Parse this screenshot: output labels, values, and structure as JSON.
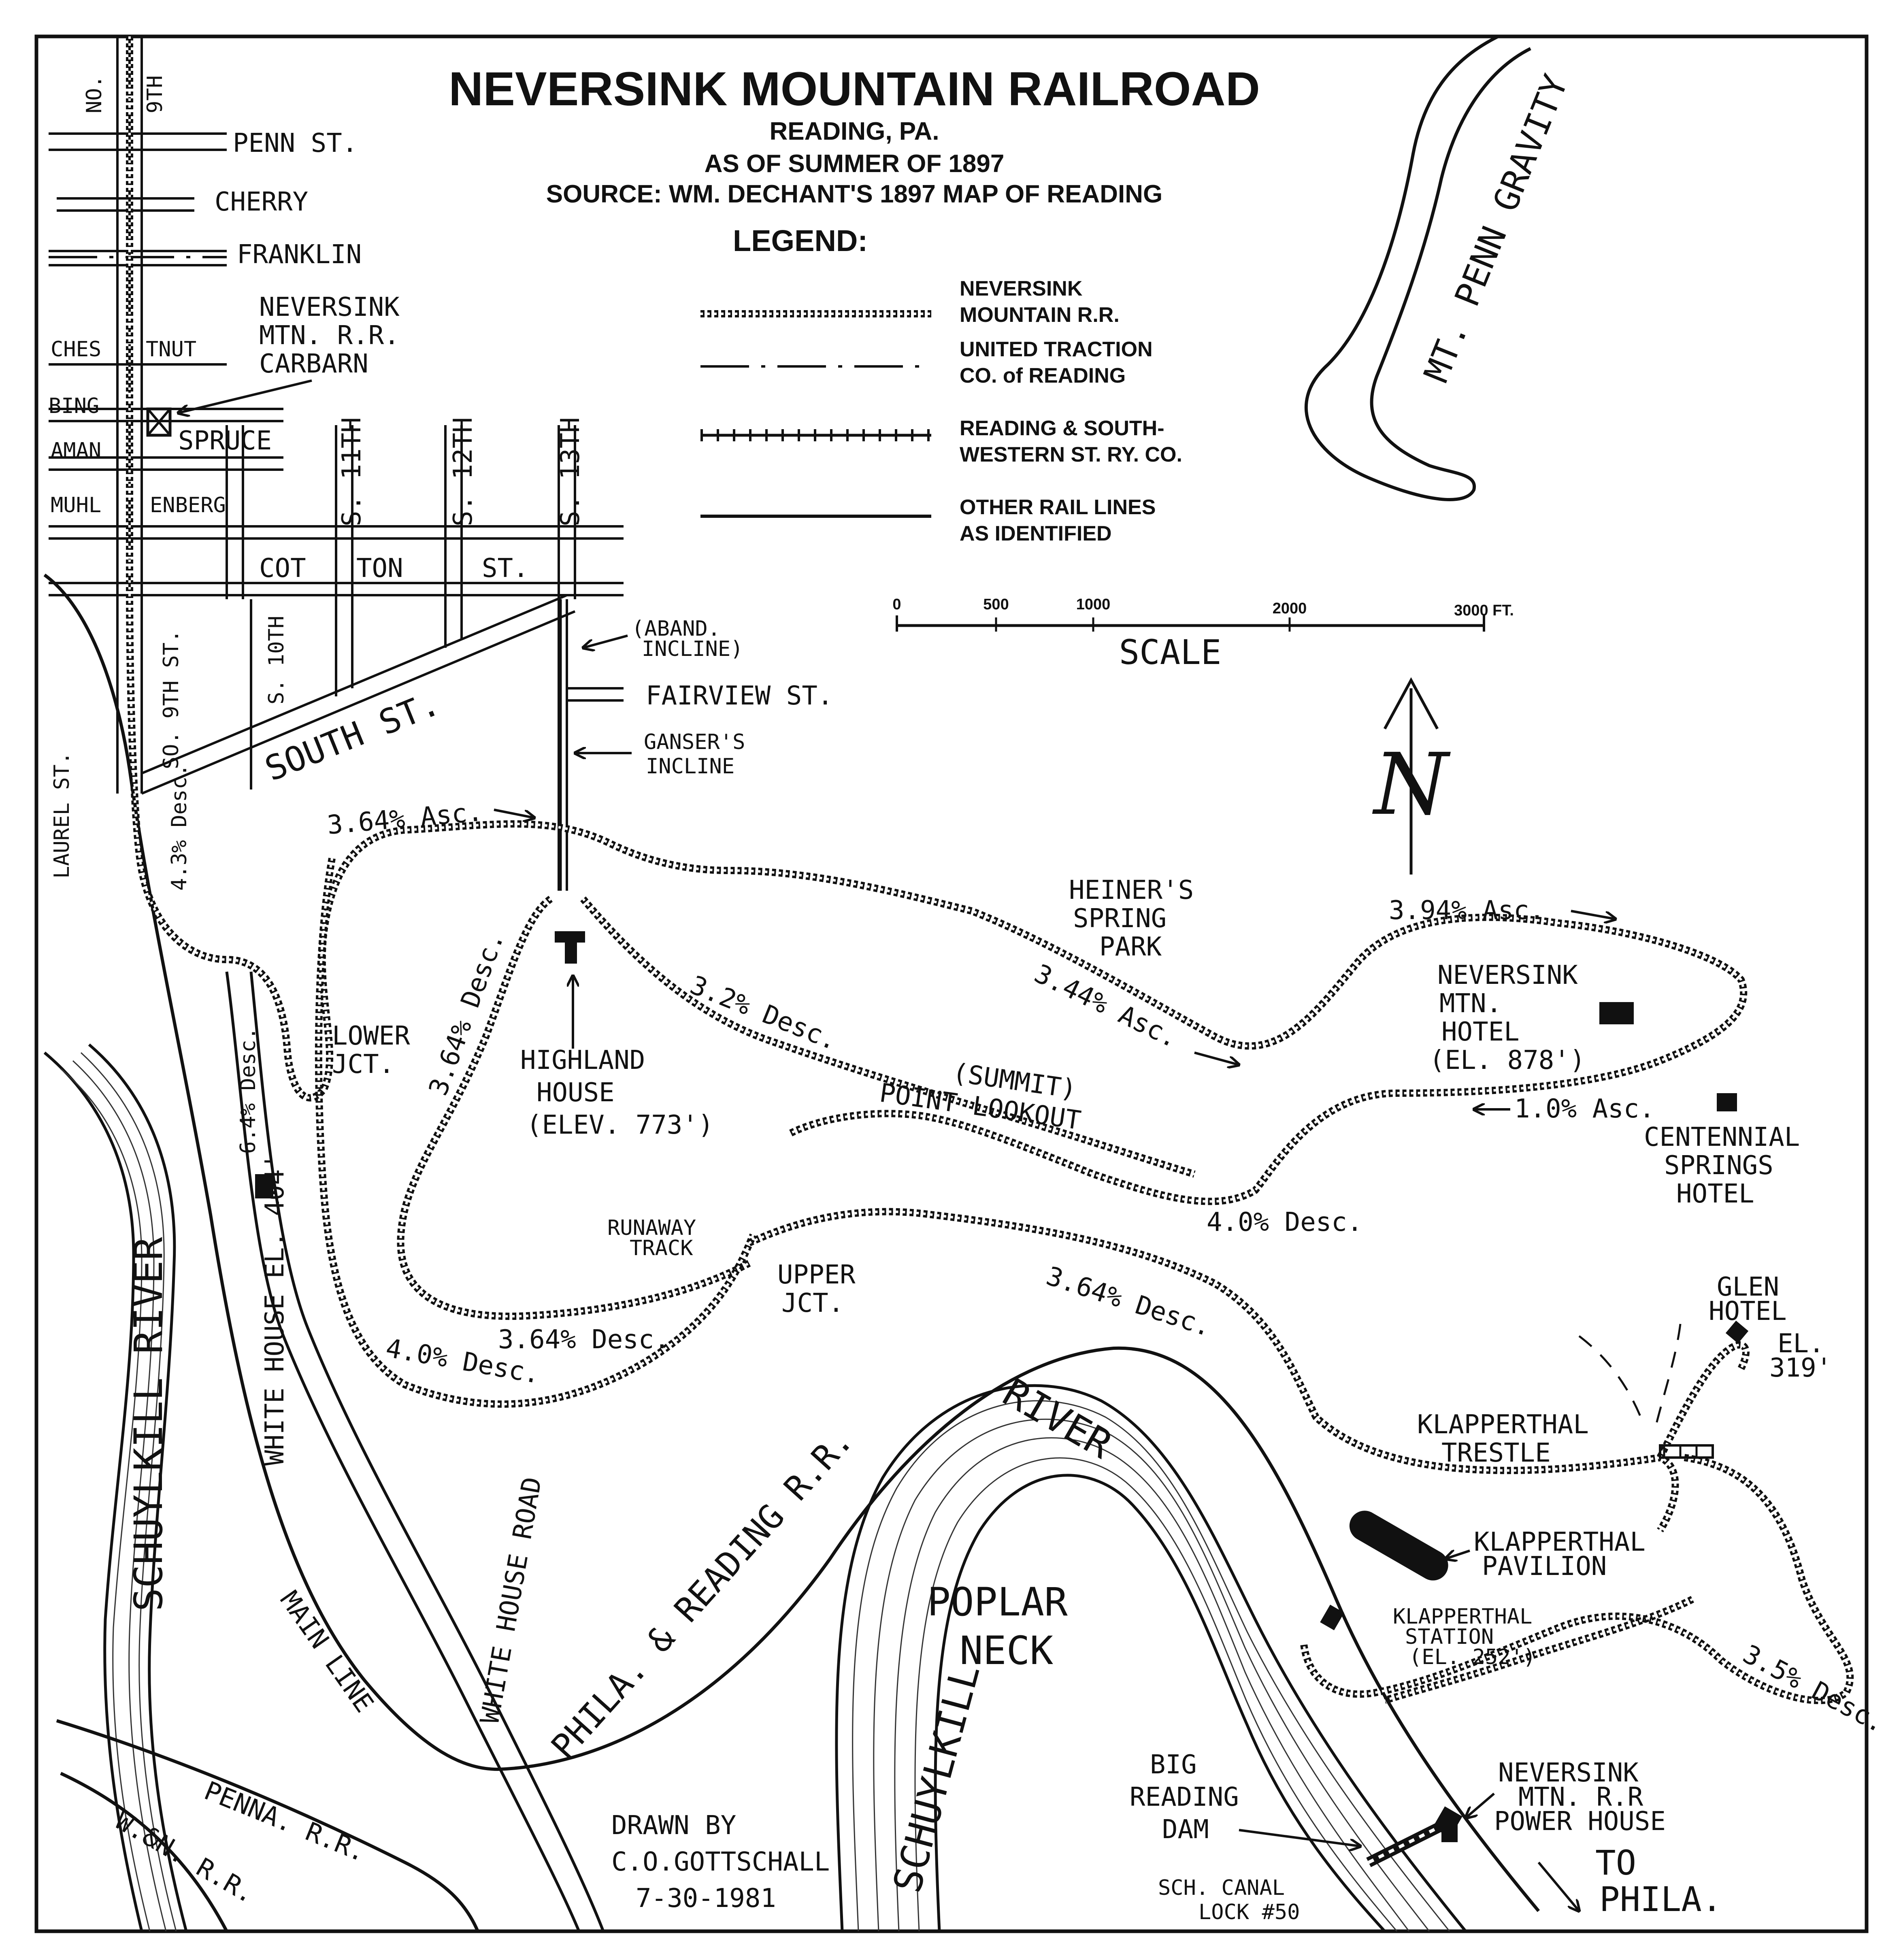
{
  "title": "NEVERSINK MOUNTAIN RAILROAD",
  "subtitle": {
    "place": "READING, PA.",
    "date": "AS OF SUMMER OF 1897",
    "source": "SOURCE: WM. DECHANT'S 1897 MAP OF READING"
  },
  "legend": {
    "heading": "LEGEND:",
    "items": [
      {
        "line1": "NEVERSINK",
        "line2": "MOUNTAIN R.R."
      },
      {
        "line1": "UNITED TRACTION",
        "line2": "CO. of READING"
      },
      {
        "line1": "READING & SOUTH-",
        "line2": "WESTERN ST. RY. CO."
      },
      {
        "line1": "OTHER RAIL LINES",
        "line2": "AS IDENTIFIED"
      }
    ]
  },
  "scale": {
    "ticks": [
      "0",
      "500",
      "1000",
      "2000",
      "3000 FT."
    ],
    "label": "SCALE"
  },
  "north_label": "N",
  "colors": {
    "ink": "#111111",
    "paper": "#ffffff"
  },
  "streets": {
    "no9th_a": "NO.",
    "no9th_b": "9TH",
    "penn": "PENN ST.",
    "cherry": "CHERRY",
    "franklin": "FRANKLIN",
    "ches": "CHES",
    "tnut": "TNUT",
    "bing": "BING",
    "aman": "AMAN",
    "spruce": "SPRUCE",
    "muhl": "MUHL",
    "enberg": "ENBERG",
    "s11": "S. 11TH",
    "s12": "S. 12TH",
    "s13": "S. 13TH",
    "cot": "COT",
    "ton": "TON",
    "st": "ST.",
    "so9th": "SO. 9TH ST.",
    "s10": "S. 10TH",
    "south": "SOUTH ST.",
    "fairview": "FAIRVIEW ST.",
    "laurel": "LAUREL ST."
  },
  "labels": {
    "carbarn1": "NEVERSINK",
    "carbarn2": "MTN. R.R.",
    "carbarn3": "CARBARN",
    "aband1": "(ABAND.",
    "aband2": "INCLINE)",
    "gansers1": "GANSER'S",
    "gansers2": "INCLINE",
    "mtpenn": "MT. PENN GRAVITY",
    "heiners1": "HEINER'S",
    "heiners2": "SPRING",
    "heiners3": "PARK",
    "hotel1": "NEVERSINK",
    "hotel2": "MTN.",
    "hotel3": "HOTEL",
    "hotel4": "(EL. 878')",
    "centennial1": "CENTENNIAL",
    "centennial2": "SPRINGS",
    "centennial3": "HOTEL",
    "lowerjct1": "LOWER",
    "lowerjct2": "JCT.",
    "highland1": "HIGHLAND",
    "highland2": "HOUSE",
    "highland3": "(ELEV. 773')",
    "summit1": "(SUMMIT)",
    "summit2": "POINT LOOKOUT",
    "runaway1": "RUNAWAY",
    "runaway2": "TRACK",
    "upperjct1": "UPPER",
    "upperjct2": "JCT.",
    "glen1": "GLEN",
    "glen2": "HOTEL",
    "glen3": "EL.",
    "glen4": "319'",
    "trestle1": "KLAPPERTHAL",
    "trestle2": "TRESTLE",
    "pavilion1": "KLAPPERTHAL",
    "pavilion2": "PAVILION",
    "station1": "KLAPPERTHAL",
    "station2": "STATION",
    "station3": "(EL. 252')",
    "poplar1": "POPLAR",
    "poplar2": "NECK",
    "river_left": "SCHUYLKILL RIVER",
    "river_top": "RIVER",
    "river_bottom": "SCHUYLKILL",
    "whitehouse": "WHITE HOUSE EL. 404'",
    "whitehouse_road": "WHITE HOUSE ROAD",
    "mainline": "MAIN LINE",
    "phila_reading": "PHILA. & READING R.R.",
    "penna": "PENNA. R.R.",
    "wenr": "W.&N. R.R.",
    "dam1": "BIG",
    "dam2": "READING",
    "dam3": "DAM",
    "canal1": "SCH. CANAL",
    "canal2": "LOCK #50",
    "power1": "NEVERSINK",
    "power2": "MTN. R.R",
    "power3": "POWER HOUSE",
    "tophila1": "TO",
    "tophila2": "PHILA.",
    "drawn1": "DRAWN BY",
    "drawn2": "C.O.GOTTSCHALL",
    "drawn3": "7-30-1981"
  },
  "grades": {
    "g1": "3.64% Asc.",
    "g2": "4.3% Desc.",
    "g3": "6.4% Desc.",
    "g4": "3.64% Desc.",
    "g5": "3.2% Desc.",
    "g6": "3.44% Asc.",
    "g7": "3.94% Asc.",
    "g8": "1.0% Asc.",
    "g9": "4.0% Desc.",
    "g10": "3.64% Desc.",
    "g11": "3.64% Desc.",
    "g12": "4.0% Desc.",
    "g13": "3.5% Desc."
  }
}
